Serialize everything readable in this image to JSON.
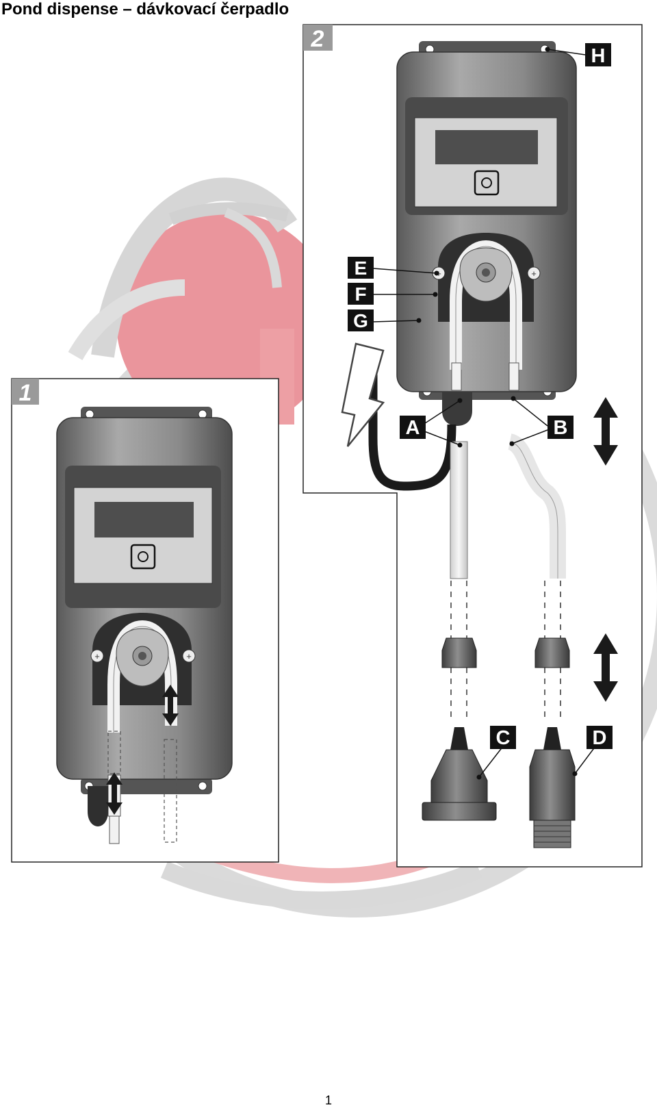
{
  "document": {
    "title": "Pond dispense – dávkovací čerpadlo",
    "page_number": "1"
  },
  "figure": {
    "panels": [
      {
        "number": "1"
      },
      {
        "number": "2"
      }
    ],
    "callouts": [
      {
        "letter": "A"
      },
      {
        "letter": "B"
      },
      {
        "letter": "C"
      },
      {
        "letter": "D"
      },
      {
        "letter": "E"
      },
      {
        "letter": "F"
      },
      {
        "letter": "G"
      },
      {
        "letter": "H"
      }
    ]
  },
  "colors": {
    "watermark_red": "#e7848a",
    "watermark_gray": "#d6d6d6",
    "housing_dark": "#6a6a6a",
    "housing_mid": "#9a9a9a",
    "label_bg": "#111111"
  }
}
